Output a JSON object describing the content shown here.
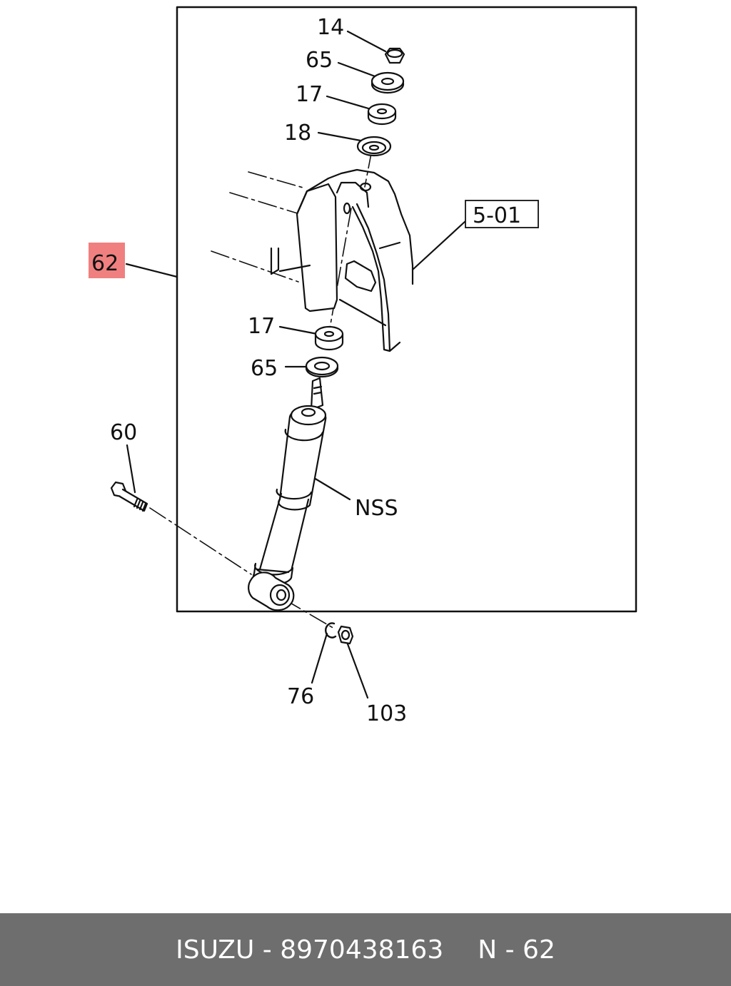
{
  "callouts": {
    "c14": "14",
    "c65_top": "65",
    "c17_top": "17",
    "c18": "18",
    "c5_01": "5-01",
    "c62": "62",
    "c17_mid": "17",
    "c65_mid": "65",
    "c60": "60",
    "nss": "NSS",
    "c76": "76",
    "c103": "103"
  },
  "highlight_color": "#f08080",
  "footer": {
    "brand": "ISUZU - 8970438163",
    "ref": "N - 62"
  }
}
